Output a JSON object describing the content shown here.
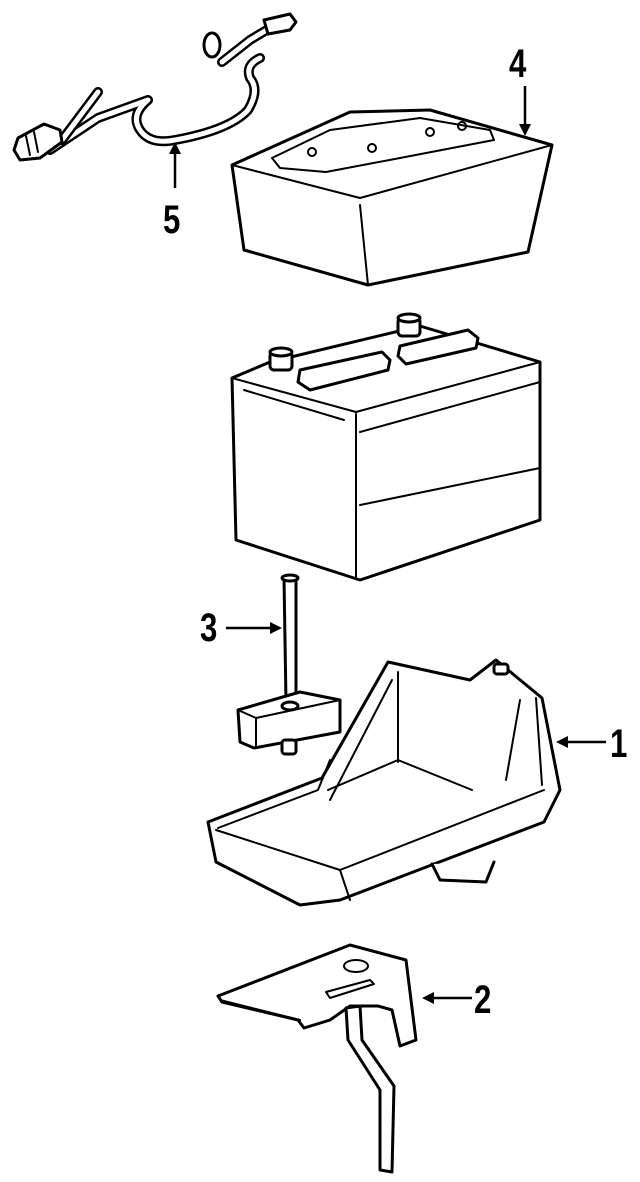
{
  "diagram": {
    "type": "exploded-parts-diagram",
    "subject": "battery and tray assembly",
    "line_color": "#000000",
    "background": "#ffffff"
  },
  "callouts": [
    {
      "id": "1",
      "label": "1",
      "part": "battery tray"
    },
    {
      "id": "2",
      "label": "2",
      "part": "tray support bracket"
    },
    {
      "id": "3",
      "label": "3",
      "part": "hold-down bolt and clamp"
    },
    {
      "id": "4",
      "label": "4",
      "part": "battery cover"
    },
    {
      "id": "5",
      "label": "5",
      "part": "battery cable"
    }
  ]
}
